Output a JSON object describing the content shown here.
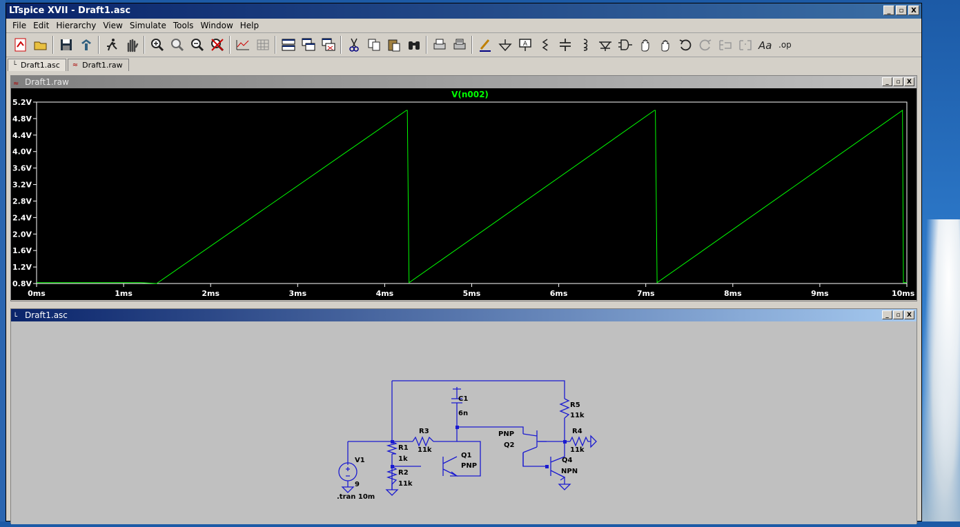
{
  "app": {
    "title": "LTspice XVII - Draft1.asc"
  },
  "window_buttons": [
    "_",
    "▫",
    "X"
  ],
  "menu": [
    "File",
    "Edit",
    "Hierarchy",
    "View",
    "Simulate",
    "Tools",
    "Window",
    "Help"
  ],
  "toolbar_icons": [
    "new-schematic-icon",
    "open-icon",
    "save-icon",
    "control-panel-icon",
    "run-icon",
    "halt-icon",
    "zoom-in-icon",
    "pan-icon",
    "zoom-out-icon",
    "zoom-fit-icon",
    "autorange-icon",
    "grid-icon",
    "tile-horizontal-icon",
    "cascade-icon",
    "close-all-icon",
    "cut-icon",
    "copy-icon",
    "paste-icon",
    "find-icon",
    "print-preview-icon",
    "print-icon",
    "draw-wire-icon",
    "ground-icon",
    "label-net-icon",
    "resistor-icon",
    "capacitor-icon",
    "inductor-icon",
    "diode-icon",
    "component-icon",
    "move-icon",
    "drag-icon",
    "undo-icon",
    "redo-icon",
    "rotate-icon",
    "mirror-icon",
    "text-icon",
    "spice-directive-icon"
  ],
  "tabs": [
    {
      "label": "Draft1.asc"
    },
    {
      "label": "Draft1.raw"
    }
  ],
  "waveform_window": {
    "title": "Draft1.raw",
    "trace_label": "V(n002)",
    "trace_color": "#00ff00",
    "y_ticks": [
      "5.2V",
      "4.8V",
      "4.4V",
      "4.0V",
      "3.6V",
      "3.2V",
      "2.8V",
      "2.4V",
      "2.0V",
      "1.6V",
      "1.2V",
      "0.8V"
    ],
    "x_ticks": [
      "0ms",
      "1ms",
      "2ms",
      "3ms",
      "4ms",
      "5ms",
      "6ms",
      "7ms",
      "8ms",
      "9ms",
      "10ms"
    ]
  },
  "chart_data": {
    "type": "line",
    "title": "V(n002)",
    "xlabel": "",
    "ylabel": "",
    "xlim": [
      0,
      10
    ],
    "ylim": [
      0.8,
      5.2
    ],
    "x_unit": "ms",
    "y_unit": "V",
    "series": [
      {
        "name": "V(n002)",
        "x": [
          0,
          1.2,
          1.38,
          4.25,
          4.26,
          4.28,
          7.1,
          7.11,
          7.13,
          9.95,
          9.96,
          10.0
        ],
        "y": [
          0.82,
          0.82,
          0.8,
          5.0,
          5.0,
          0.82,
          5.0,
          5.0,
          0.82,
          5.0,
          0.82,
          0.82
        ]
      }
    ]
  },
  "schematic_window": {
    "title": "Draft1.asc",
    "components": {
      "V1": {
        "name": "V1",
        "value": "9"
      },
      "R1": {
        "name": "R1",
        "value": "1k"
      },
      "R2": {
        "name": "R2",
        "value": "11k"
      },
      "R3": {
        "name": "R3",
        "value": "11k"
      },
      "R4": {
        "name": "R4",
        "value": "11k"
      },
      "R5": {
        "name": "R5",
        "value": "11k"
      },
      "C1": {
        "name": "C1",
        "value": "6n"
      },
      "Q1": {
        "name": "Q1",
        "model": "PNP"
      },
      "Q2": {
        "name": "Q2",
        "model": "PNP"
      },
      "Q4": {
        "name": "Q4",
        "model": "NPN"
      }
    },
    "directive": ".tran 10m"
  }
}
